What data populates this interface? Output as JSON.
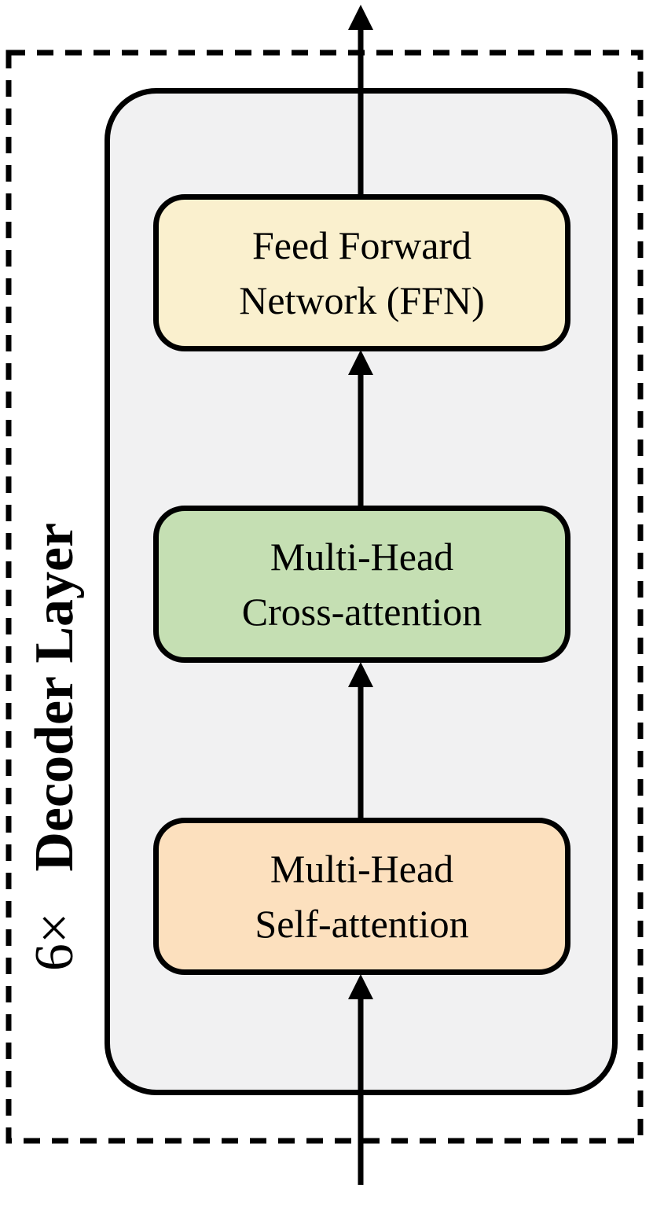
{
  "diagram": {
    "side_label": {
      "repeat": "6×",
      "title": "Decoder Layer"
    },
    "blocks": [
      {
        "id": "feed-forward-network",
        "line1": "Feed Forward",
        "line2": "Network (FFN)",
        "fill": "#faf0ce"
      },
      {
        "id": "multi-head-cross-attention",
        "line1": "Multi-Head",
        "line2": "Cross-attention",
        "fill": "#c5dfb3"
      },
      {
        "id": "multi-head-self-attention",
        "line1": "Multi-Head",
        "line2": "Self-attention",
        "fill": "#fce0be"
      }
    ],
    "colors": {
      "container_fill": "#f1f1f2",
      "stroke": "#000000",
      "background": "#ffffff"
    }
  }
}
